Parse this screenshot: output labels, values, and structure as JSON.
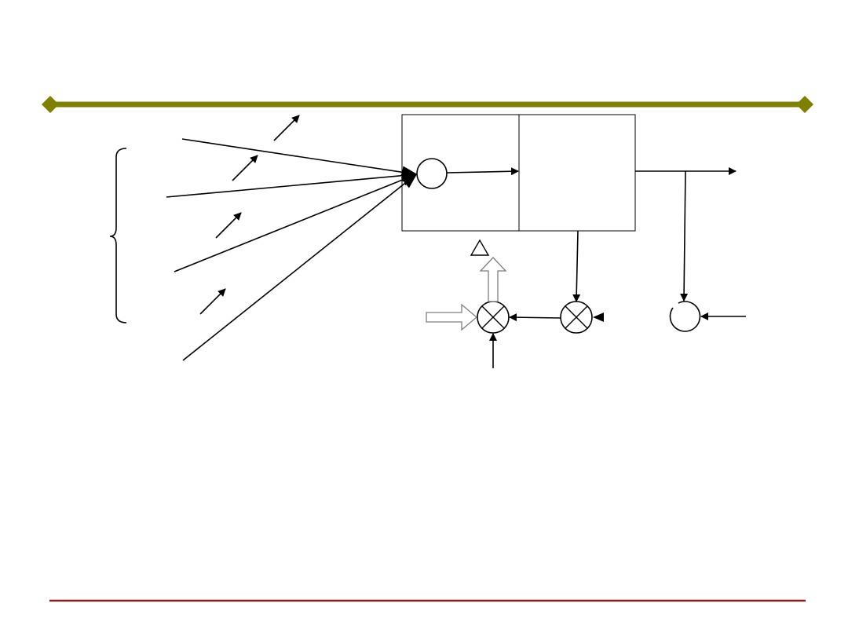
{
  "colors": {
    "background": "#ffffff",
    "title_rule": "#808000",
    "title_rule_ends": "#808000",
    "footer_rule": "#8b1a1a",
    "diagram_stroke": "#000000",
    "hollow_arrow_stroke": "#7f7f7f"
  },
  "diagram": {
    "type": "neuron-learning-block-diagram",
    "inputs_count": 4,
    "weight_adjust_arrows_count": 4,
    "multipliers_count": 2,
    "summing_node": "circle",
    "delta_symbol": "triangle-outline",
    "labels": []
  },
  "icons": {
    "title_rule_left_end": "diamond-icon",
    "title_rule_right_end": "diamond-icon",
    "multiplier": "circle-cross-icon",
    "delta": "triangle-icon",
    "hollow_arrow": "hollow-arrow-icon"
  }
}
